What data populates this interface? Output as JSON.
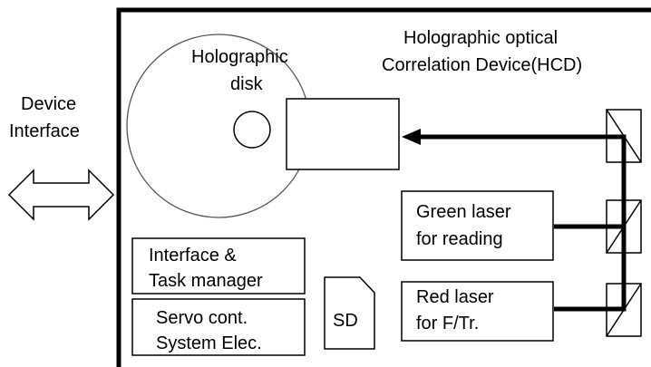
{
  "device_interface": {
    "line1": "Device",
    "line2": "Interface"
  },
  "holographic_disk": {
    "line1": "Holographic",
    "line2": "disk"
  },
  "hcd_title": {
    "line1": "Holographic optical",
    "line2": "Correlation Device(HCD)"
  },
  "green_laser": {
    "line1": "Green laser",
    "line2": "for reading"
  },
  "red_laser": {
    "line1": "Red laser",
    "line2": "for F/Tr."
  },
  "interface_task": {
    "line1": "Interface &",
    "line2": "Task manager"
  },
  "servo": {
    "line1": "Servo cont.",
    "line2": "System Elec."
  },
  "sd_card": {
    "label": "SD"
  }
}
